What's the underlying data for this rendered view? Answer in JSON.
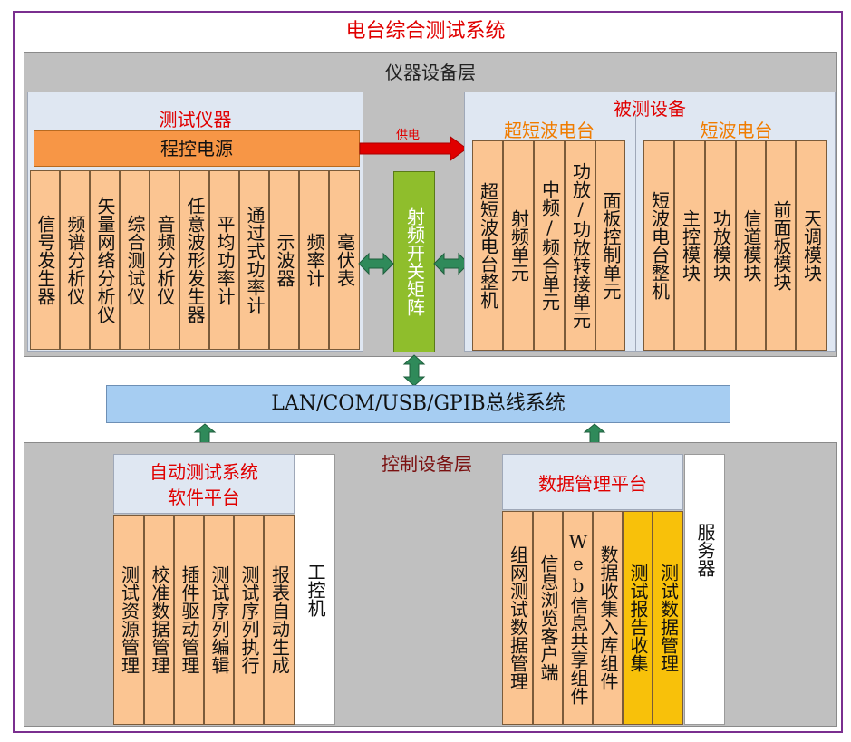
{
  "title": "电台综合测试系统",
  "instrument_layer": {
    "title": "仪器设备层",
    "test_instruments": {
      "title": "测试仪器",
      "power": "程控电源",
      "items": [
        "信号发生器",
        "频谱分析仪",
        "矢量网络分析仪",
        "综合测试仪",
        "音频分析仪",
        "任意波形发生器",
        "平均功率计",
        "通过式功率计",
        "示波器",
        "频率计",
        "毫伏表"
      ]
    },
    "supply_label": "供电",
    "rf_matrix": "射频开关矩阵",
    "dut": {
      "title": "被测设备",
      "uhf_title": "超短波电台",
      "uhf_items": [
        "超短波电台整机",
        "射频单元",
        "中频/频合单元",
        "功放/功放转接单元",
        "面板控制单元"
      ],
      "hf_title": "短波电台",
      "hf_items": [
        "短波电台整机",
        "主控模块",
        "功放模块",
        "信道模块",
        "前面板模块",
        "天调模块"
      ]
    }
  },
  "bus": "LAN/COM/USB/GPIB总线系统",
  "control_layer": {
    "title": "控制设备层",
    "software": {
      "title_line1": "自动测试系统",
      "title_line2": "软件平台",
      "items": [
        "测试资源管理",
        "校准数据管理",
        "插件驱动管理",
        "测试序列编辑",
        "测试序列执行",
        "报表自动生成"
      ],
      "ipc": "工控机"
    },
    "data_platform": {
      "title": "数据管理平台",
      "items": [
        "组网测试数据管理",
        "信息浏览客户端",
        "Web信息共享组件",
        "数据收集入库组件",
        "测试报告收集",
        "测试数据管理"
      ],
      "highlight_items": [
        4,
        5
      ],
      "server": "服务器"
    }
  },
  "colors": {
    "outer_border": "#7a2f8f",
    "title_red": "#e00000",
    "orange_bar": "#f79646",
    "tan_box": "#fbc592",
    "gold_box": "#f8c10a",
    "matrix_green": "#8fbe2c",
    "bus_blue": "#a6cdf2",
    "arrow_green": "#2f8a5a"
  }
}
